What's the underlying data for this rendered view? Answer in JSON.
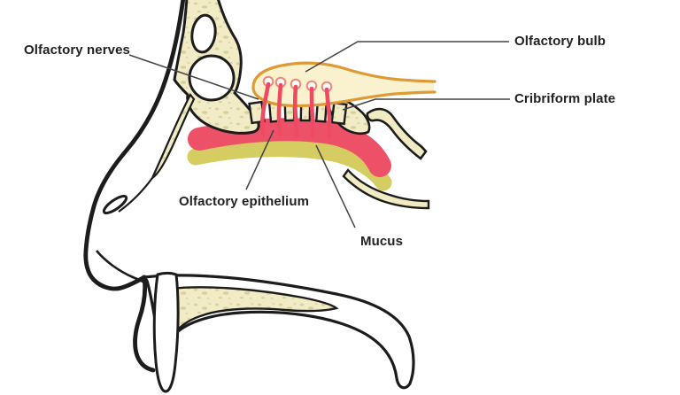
{
  "diagram": {
    "labels": {
      "olfactory_nerves": "Olfactory nerves",
      "olfactory_bulb": "Olfactory bulb",
      "cribriform_plate": "Cribriform plate",
      "olfactory_epithelium": "Olfactory epithelium",
      "mucus": "Mucus"
    },
    "colors": {
      "background": "#ffffff",
      "outline_black": "#1c1c1c",
      "bone_fill": "#f2ecc6",
      "bone_speckle": "#d9d2a3",
      "bulb_fill": "#faf2cf",
      "bulb_outline_orange": "#de9b35",
      "glomerulus_ring": "#ee8878",
      "nerve_red": "#ee4b63",
      "epithelium_red": "#ed5168",
      "mucus_olive": "#d6cd62",
      "leader_line": "#444444",
      "label_text": "#222222"
    }
  }
}
